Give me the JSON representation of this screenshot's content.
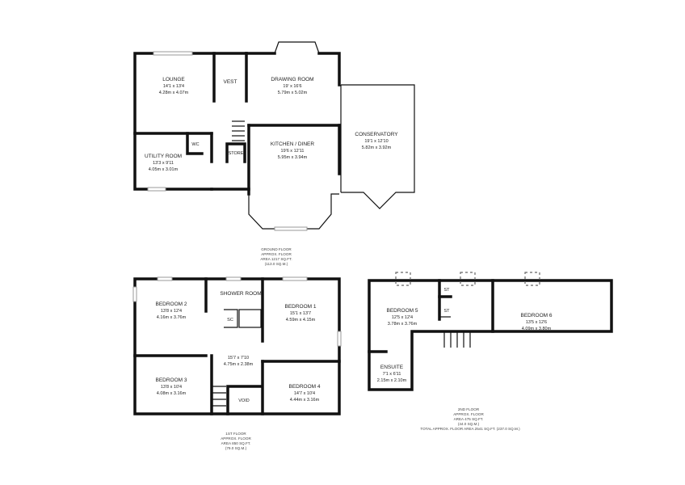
{
  "ground_floor": {
    "rooms": [
      {
        "name": "LOUNGE",
        "imperial": "14'1 x 13'4",
        "metric": "4.28m x 4.07m"
      },
      {
        "name": "VEST",
        "imperial": "",
        "metric": ""
      },
      {
        "name": "DRAWING ROOM",
        "imperial": "19' x 16'6",
        "metric": "5.79m x 5.02m"
      },
      {
        "name": "CONSERVATORY",
        "imperial": "19'1 x 12'10",
        "metric": "5.82m x 3.92m"
      },
      {
        "name": "KITCHEN / DINER",
        "imperial": "19'6 x 12'11",
        "metric": "5.95m x 3.94m"
      },
      {
        "name": "UTILITY ROOM",
        "imperial": "13'3 x 9'11",
        "metric": "4.05m x 3.01m"
      },
      {
        "name": "WC",
        "imperial": "",
        "metric": ""
      },
      {
        "name": "STORE",
        "imperial": "",
        "metric": ""
      }
    ],
    "caption": [
      "GROUND FLOOR",
      "APPROX. FLOOR",
      "AREA 1217 SQ.FT.",
      "(113.0 SQ.M.)"
    ]
  },
  "first_floor": {
    "rooms": [
      {
        "name": "BEDROOM 2",
        "imperial": "13'8 x 12'4",
        "metric": "4.16m x 3.76m"
      },
      {
        "name": "SHOWER ROOM",
        "imperial": "",
        "metric": ""
      },
      {
        "name": "BEDROOM 1",
        "imperial": "15'1 x 13'7",
        "metric": "4.59m x 4.15m"
      },
      {
        "name": "SC",
        "imperial": "",
        "metric": ""
      },
      {
        "name": "",
        "imperial": "15'7 x 7'10",
        "metric": "4.75m x 2.38m"
      },
      {
        "name": "BEDROOM 3",
        "imperial": "13'8 x 10'4",
        "metric": "4.08m x 3.16m"
      },
      {
        "name": "BEDROOM 4",
        "imperial": "14'7 x 10'4",
        "metric": "4.44m x 3.16m"
      },
      {
        "name": "VOID",
        "imperial": "",
        "metric": ""
      }
    ],
    "caption": [
      "1ST FLOOR",
      "APPROX. FLOOR",
      "AREA 850 SQ.FT.",
      "(79.0 SQ.M.)"
    ]
  },
  "second_floor": {
    "rooms": [
      {
        "name": "BEDROOM 5",
        "imperial": "12'5 x 12'4",
        "metric": "3.78m x 3.76m"
      },
      {
        "name": "ST",
        "imperial": "",
        "metric": ""
      },
      {
        "name": "ST",
        "imperial": "",
        "metric": ""
      },
      {
        "name": "BEDROOM 6",
        "imperial": "13'5 x 12'6",
        "metric": "4.09m x 3.80m"
      },
      {
        "name": "ENSUITE",
        "imperial": "7'1 x 6'11",
        "metric": "2.15m x 2.10m"
      }
    ],
    "caption": [
      "2ND FLOOR",
      "APPROX. FLOOR",
      "AREA 475 SQ.FT.",
      "(44.0 SQ.M.)"
    ],
    "total": "TOTAL APPROX. FLOOR AREA 2541 SQ.FT. (237.0 SQ.M.)"
  }
}
